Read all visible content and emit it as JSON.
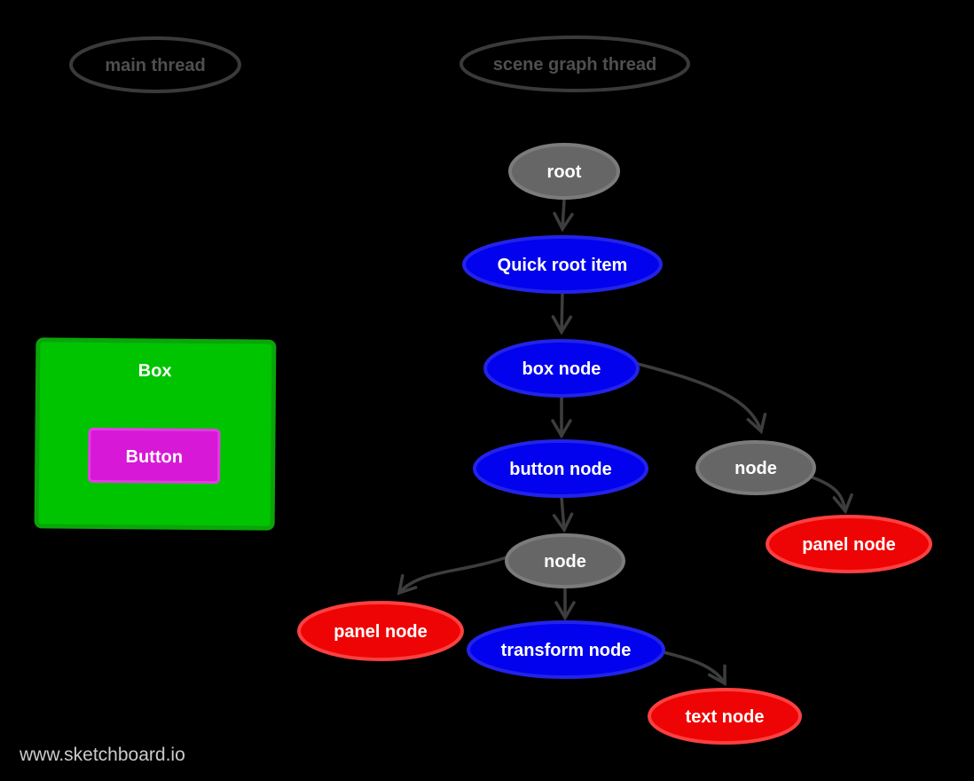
{
  "watermark": "www.sketchboard.io",
  "colors": {
    "background": "#000000",
    "edge": "#3d3d3d",
    "thread_outline": "#3a3a3a",
    "thread_label": "#4f4f4f",
    "node_gray": "#666666",
    "node_gray_border": "#7b7b7b",
    "node_blue": "#0202ee",
    "node_red": "#ee0404",
    "node_label": "#ffffff",
    "box_green": "#00c400",
    "box_green_border": "#0aa50a",
    "button_magenta": "#d718d7",
    "button_magenta_border": "#e43ce4",
    "watermark": "#cbcbcb"
  },
  "threads": {
    "main": {
      "label": "main thread"
    },
    "scene": {
      "label": "scene graph thread"
    }
  },
  "ui_preview": {
    "box_label": "Box",
    "button_label": "Button",
    "box_color": "#00c400",
    "button_color": "#d718d7"
  },
  "graph": {
    "nodes": {
      "root": {
        "label": "root",
        "color": "gray"
      },
      "quick_root_item": {
        "label": "Quick root item",
        "color": "blue"
      },
      "box_node": {
        "label": "box node",
        "color": "blue"
      },
      "button_node": {
        "label": "button node",
        "color": "blue"
      },
      "node_center": {
        "label": "node",
        "color": "gray"
      },
      "node_right": {
        "label": "node",
        "color": "gray"
      },
      "panel_node_left": {
        "label": "panel node",
        "color": "red"
      },
      "panel_node_right": {
        "label": "panel node",
        "color": "red"
      },
      "transform_node": {
        "label": "transform node",
        "color": "blue"
      },
      "text_node": {
        "label": "text node",
        "color": "red"
      }
    },
    "edges": [
      {
        "from": "root",
        "to": "quick_root_item"
      },
      {
        "from": "quick_root_item",
        "to": "box_node"
      },
      {
        "from": "box_node",
        "to": "button_node"
      },
      {
        "from": "box_node",
        "to": "node_right"
      },
      {
        "from": "button_node",
        "to": "node_center"
      },
      {
        "from": "node_center",
        "to": "panel_node_left"
      },
      {
        "from": "node_center",
        "to": "transform_node"
      },
      {
        "from": "node_right",
        "to": "panel_node_right"
      },
      {
        "from": "transform_node",
        "to": "text_node"
      }
    ]
  }
}
